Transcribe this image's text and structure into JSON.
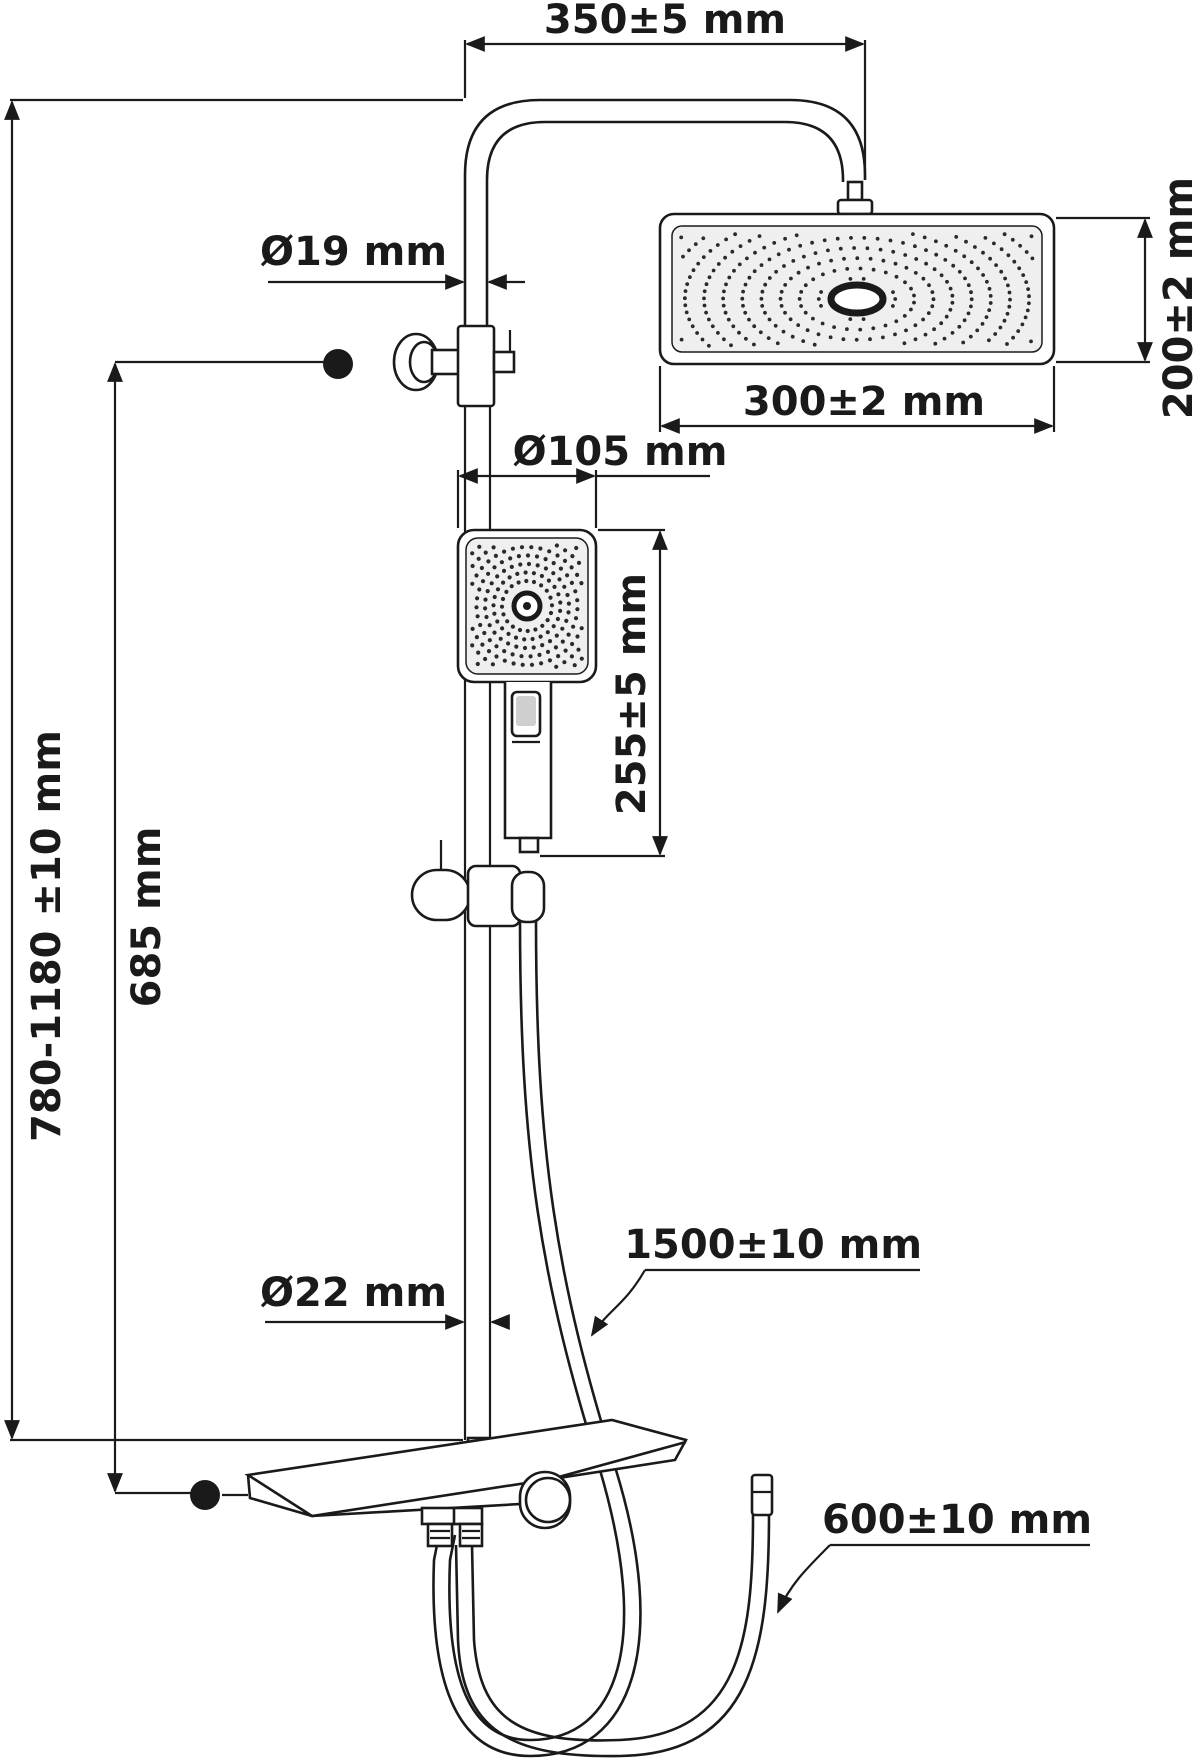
{
  "dimensions": {
    "rain_arm_length": "350±5 mm",
    "upper_pipe_diameter": "Ø19 mm",
    "overhead_width": "300±2 mm",
    "overhead_depth": "200±2 mm",
    "hand_shower_diameter": "Ø105 mm",
    "hand_shower_length": "255±5 mm",
    "total_height": "780-1180 ±10 mm",
    "bracket_height": "685 mm",
    "lower_pipe_diameter": "Ø22 mm",
    "hose_length": "1500±10 mm",
    "connection_hose_length": "600±10 mm"
  }
}
